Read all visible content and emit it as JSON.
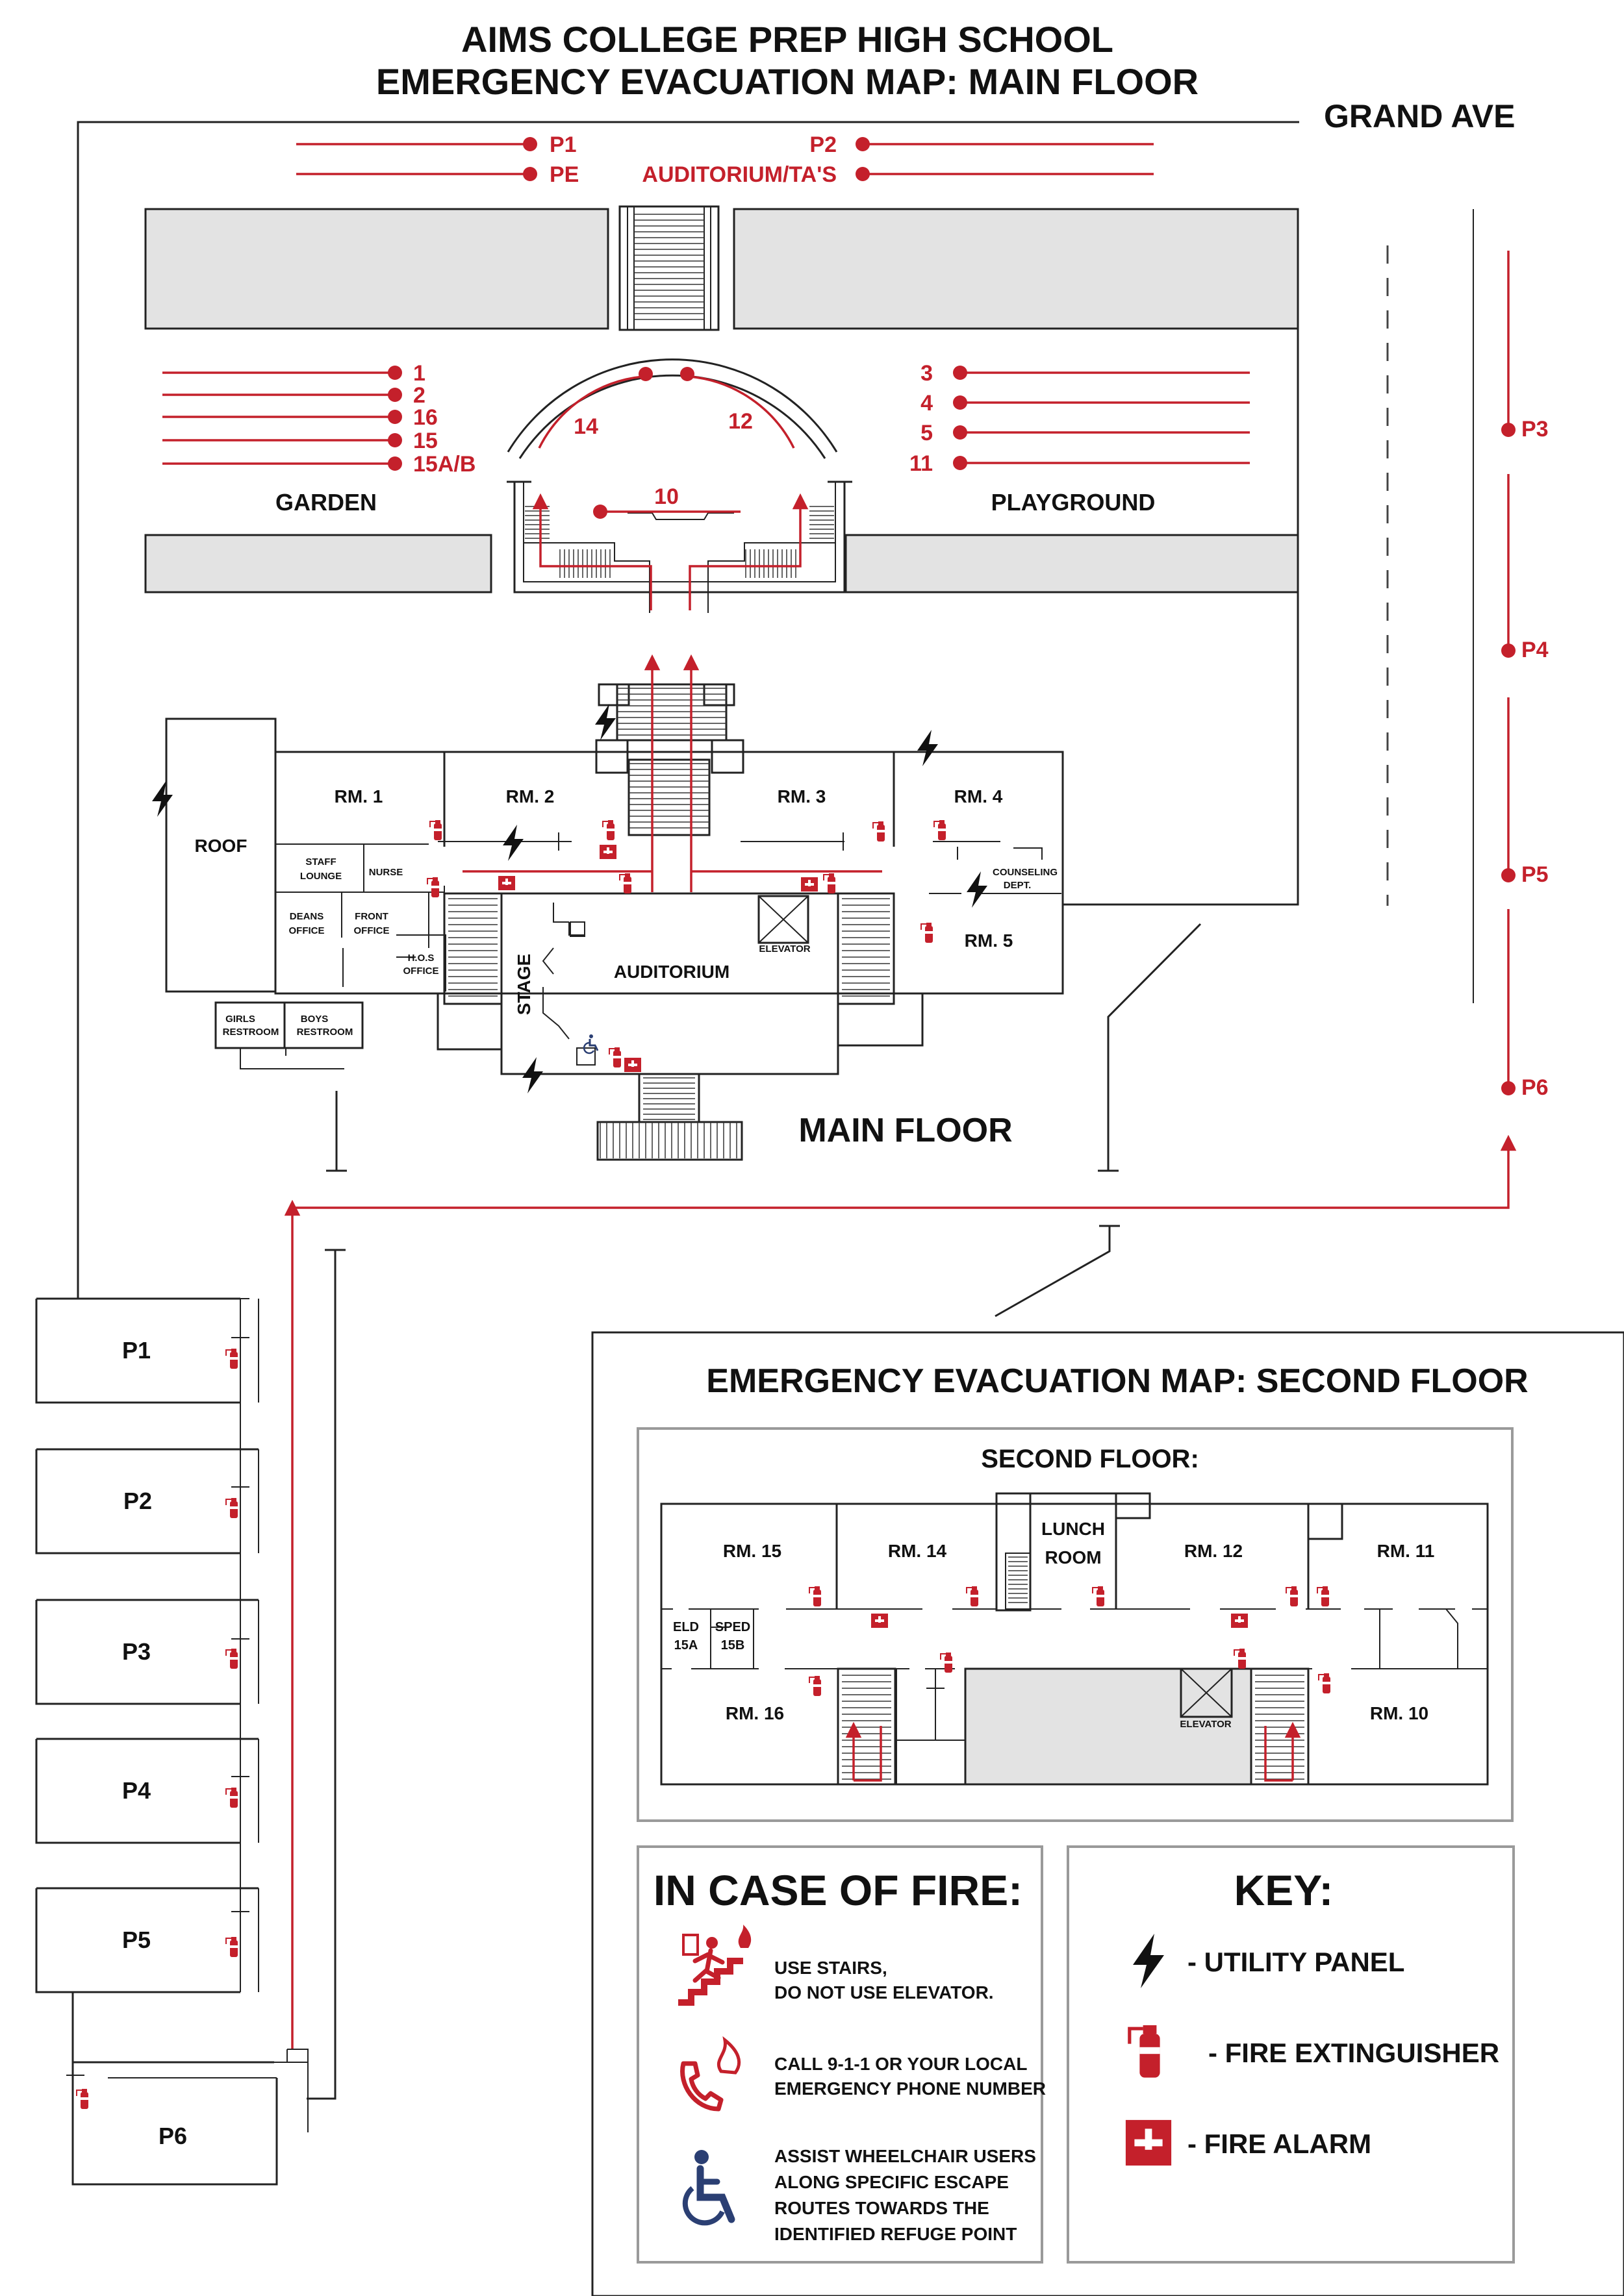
{
  "header": {
    "school_name": "AIMS COLLEGE PREP HIGH SCHOOL",
    "map_title": "EMERGENCY EVACUATION MAP: MAIN FLOOR",
    "street": "GRAND AVE"
  },
  "rally_points": {
    "top": [
      "P1",
      "PE",
      "P2",
      "AUDITORIUM/TA'S"
    ],
    "left": [
      "1",
      "2",
      "16",
      "15",
      "15A/B"
    ],
    "arc": [
      "14",
      "12",
      "10"
    ],
    "right": [
      "3",
      "4",
      "5",
      "11"
    ],
    "street": [
      "P3",
      "P4",
      "P5",
      "P6"
    ]
  },
  "areas": {
    "garden": "GARDEN",
    "playground": "PLAYGROUND",
    "roof": "ROOF",
    "main_floor": "MAIN FLOOR"
  },
  "main_floor": {
    "rooms": {
      "rm1": "RM. 1",
      "rm2": "RM. 2",
      "rm3": "RM. 3",
      "rm4": "RM. 4",
      "rm5": "RM. 5",
      "auditorium": "AUDITORIUM",
      "stage": "STAGE",
      "elevator": "ELEVATOR",
      "staff_lounge": [
        "STAFF",
        "LOUNGE"
      ],
      "nurse": "NURSE",
      "deans_office": [
        "DEANS",
        "OFFICE"
      ],
      "front_office": [
        "FRONT",
        "OFFICE"
      ],
      "hos_office": [
        "H.O.S",
        "OFFICE"
      ],
      "counseling": [
        "COUNSELING",
        "DEPT."
      ],
      "girls_restroom": [
        "GIRLS",
        "RESTROOM"
      ],
      "boys_restroom": [
        "BOYS",
        "RESTROOM"
      ]
    }
  },
  "parking": [
    "P1",
    "P2",
    "P3",
    "P4",
    "P5",
    "P6"
  ],
  "second_floor": {
    "map_title": "EMERGENCY EVACUATION MAP: SECOND FLOOR",
    "label": "SECOND FLOOR:",
    "rooms": {
      "rm15": "RM. 15",
      "rm14": "RM. 14",
      "lunch": [
        "LUNCH",
        "ROOM"
      ],
      "rm12": "RM. 12",
      "rm11": "RM. 11",
      "eld": [
        "ELD",
        "15A"
      ],
      "sped": [
        "SPED",
        "15B"
      ],
      "rm16": "RM. 16",
      "rm10": "RM. 10",
      "elevator": "ELEVATOR"
    }
  },
  "fire_info": {
    "title": "IN CASE OF FIRE:",
    "items": [
      {
        "icon": "stairs-exit-icon",
        "lines": [
          "USE STAIRS,",
          "DO NOT USE ELEVATOR."
        ]
      },
      {
        "icon": "phone-fire-icon",
        "lines": [
          "CALL 9-1-1 OR YOUR LOCAL",
          "EMERGENCY PHONE NUMBER"
        ]
      },
      {
        "icon": "wheelchair-icon",
        "lines": [
          "ASSIST WHEELCHAIR USERS",
          "ALONG SPECIFIC ESCAPE",
          "ROUTES TOWARDS THE",
          "IDENTIFIED REFUGE POINT"
        ]
      }
    ]
  },
  "key": {
    "title": "KEY:",
    "items": [
      {
        "icon": "utility-panel-icon",
        "label": "- UTILITY PANEL"
      },
      {
        "icon": "fire-extinguisher-icon",
        "label": "- FIRE EXTINGUISHER"
      },
      {
        "icon": "fire-alarm-icon",
        "label": "- FIRE ALARM"
      }
    ]
  },
  "colors": {
    "route": "#c4202b",
    "accent_blue": "#2b3f73",
    "fill_gray": "#e3e3e3"
  }
}
